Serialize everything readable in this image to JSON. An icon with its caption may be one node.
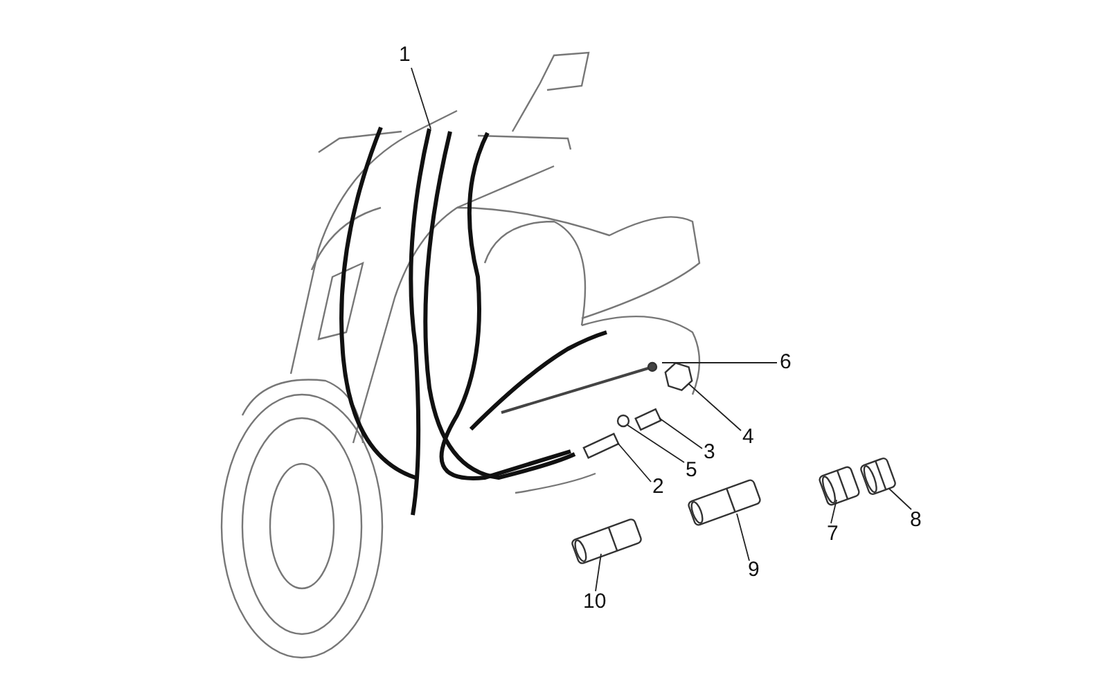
{
  "diagram": {
    "nodes": [
      {
        "text": [
          "1"
        ]
      },
      {
        "text": [
          "2"
        ]
      },
      {
        "text": [
          "3"
        ]
      },
      {
        "text": [
          "4"
        ]
      },
      {
        "text": [
          "5"
        ]
      },
      {
        "text": [
          "6"
        ]
      },
      {
        "text": [
          "7"
        ]
      },
      {
        "text": [
          "8"
        ]
      },
      {
        "text": [
          "9"
        ]
      },
      {
        "text": [
          "10"
        ]
      },
      {
        "text": [],
        "shape": "picture"
      },
      {
        "text": [],
        "shape": "cylinder"
      },
      {
        "text": [],
        "shape": "picture"
      },
      {
        "text": [],
        "shape": "box"
      },
      {
        "text": [],
        "shape": "circle"
      },
      {
        "text": [],
        "shape": "box"
      },
      {
        "text": [],
        "shape": "hexagon"
      },
      {
        "text": [],
        "shape": "cylinder"
      },
      {
        "text": [],
        "shape": "cylinder"
      },
      {
        "text": [],
        "shape": "cylinder"
      }
    ],
    "edges": [
      {
        "from": 0,
        "to": 10,
        "arrow": "none"
      },
      {
        "from": 1,
        "to": 13,
        "arrow": "none"
      },
      {
        "from": 2,
        "to": 15,
        "arrow": "none"
      },
      {
        "from": 3,
        "to": 16,
        "arrow": "none"
      },
      {
        "from": 4,
        "to": 14,
        "arrow": "none"
      },
      {
        "from": 5,
        "to": 12,
        "arrow": "none"
      },
      {
        "from": 6,
        "to": 18,
        "arrow": "none"
      },
      {
        "from": 7,
        "to": 19,
        "arrow": "none"
      },
      {
        "from": 8,
        "to": 17,
        "arrow": "none"
      },
      {
        "from": 9,
        "to": 11,
        "arrow": "none"
      }
    ]
  }
}
